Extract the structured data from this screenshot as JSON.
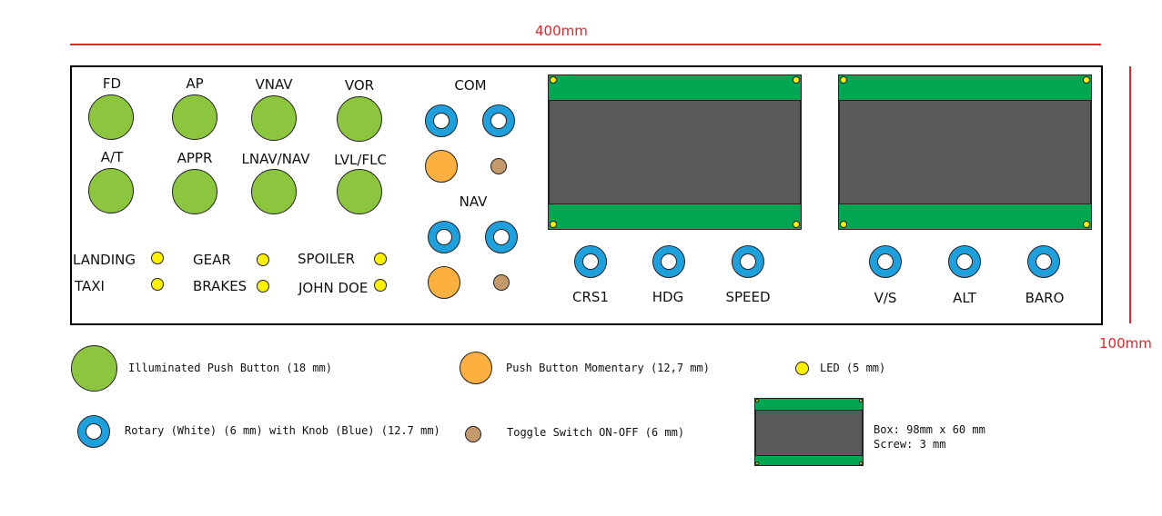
{
  "dimensions": {
    "width": "400mm",
    "height": "100mm"
  },
  "panel": {
    "push_buttons": [
      "FD",
      "AP",
      "VNAV",
      "VOR",
      "A/T",
      "APPR",
      "LNAV/NAV",
      "LVL/FLC"
    ],
    "leds": [
      "LANDING",
      "TAXI",
      "GEAR",
      "BRAKES",
      "SPOILER",
      "JOHN DOE"
    ],
    "radio": {
      "com_label": "COM",
      "nav_label": "NAV"
    },
    "rotaries": [
      "CRS1",
      "HDG",
      "SPEED",
      "V/S",
      "ALT",
      "BARO"
    ]
  },
  "legend": {
    "illuminated": "Illuminated Push Button (18 mm)",
    "momentary": "Push Button Momentary (12,7 mm)",
    "led": "LED (5 mm)",
    "rotary": "Rotary (White) (6 mm) with Knob (Blue) (12.7 mm)",
    "toggle": "Toggle Switch ON-OFF (6 mm)",
    "box_line1": "Box: 98mm x 60 mm",
    "box_line2": "Screw: 3 mm"
  },
  "colors": {
    "illuminated_button": "#8cc63f",
    "momentary_button": "#fbb040",
    "led": "#fff200",
    "rotary_knob": "#1ea0dc",
    "toggle": "#c49a6c",
    "lcd_board": "#00a651",
    "lcd_screen": "#58595b",
    "dimension": "#e0262b"
  }
}
